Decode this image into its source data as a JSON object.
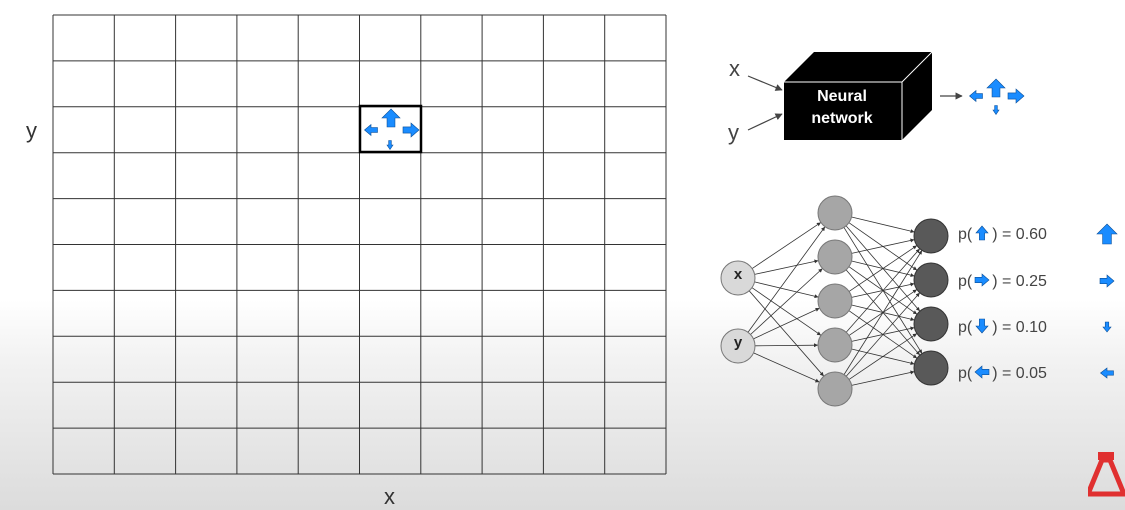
{
  "grid": {
    "axis_x_label": "x",
    "axis_y_label": "y",
    "columns": 10,
    "rows": 10,
    "highlighted_cell": {
      "col": 5,
      "row": 2
    },
    "arrow_color": "#1a8cff"
  },
  "neural_network_box": {
    "input_x": "x",
    "input_y": "y",
    "title_line1": "Neural",
    "title_line2": "network",
    "box_color": "#000000"
  },
  "network_diagram": {
    "input_nodes": [
      "x",
      "y"
    ],
    "hidden_node_count": 5,
    "output_node_count": 4,
    "input_node_color": "#d9d9d9",
    "hidden_node_color": "#a6a6a6",
    "output_node_color": "#595959"
  },
  "probabilities": [
    {
      "prefix": "p(",
      "direction": "up",
      "suffix": ")",
      "eq": "= 0.60",
      "icon": "up-arrow-icon"
    },
    {
      "prefix": "p(",
      "direction": "right",
      "suffix": ")",
      "eq": "= 0.25",
      "icon": "right-arrow-icon"
    },
    {
      "prefix": "p(",
      "direction": "down",
      "suffix": ")",
      "eq": "= 0.10",
      "icon": "down-arrow-icon"
    },
    {
      "prefix": "p(",
      "direction": "left",
      "suffix": ")",
      "eq": "= 0.05",
      "icon": "left-arrow-icon"
    }
  ]
}
